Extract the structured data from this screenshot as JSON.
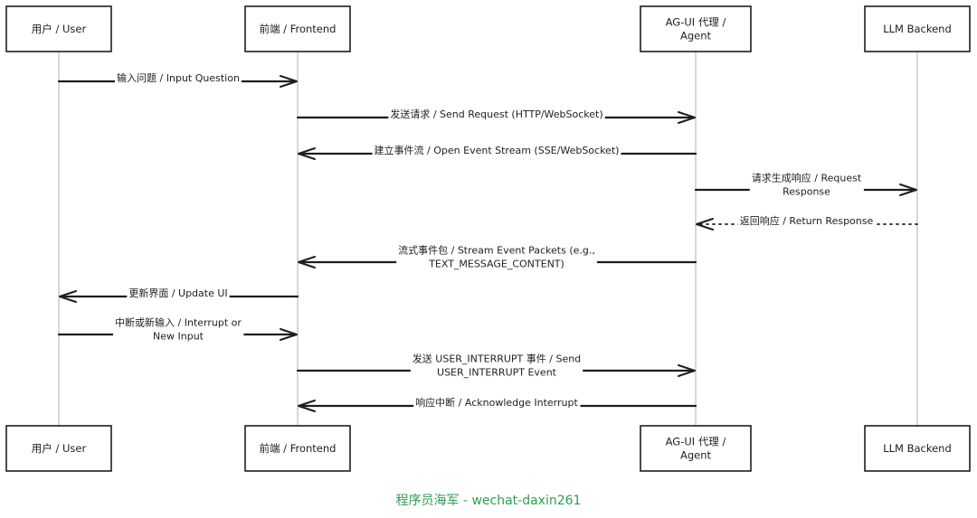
{
  "participants": [
    {
      "id": "user",
      "label": [
        "用户 / User"
      ]
    },
    {
      "id": "frontend",
      "label": [
        "前端 / Frontend"
      ]
    },
    {
      "id": "agent",
      "label": [
        "AG-UI 代理 /",
        "Agent"
      ]
    },
    {
      "id": "llm",
      "label": [
        "LLM Backend"
      ]
    }
  ],
  "messages": [
    {
      "from": "user",
      "to": "frontend",
      "style": "solid",
      "label": [
        "输入问题 / Input Question"
      ]
    },
    {
      "from": "frontend",
      "to": "agent",
      "style": "solid",
      "label": [
        "发送请求 / Send Request (HTTP/WebSocket)"
      ]
    },
    {
      "from": "agent",
      "to": "frontend",
      "style": "solid",
      "label": [
        "建立事件流 / Open Event Stream (SSE/WebSocket)"
      ]
    },
    {
      "from": "agent",
      "to": "llm",
      "style": "solid",
      "label": [
        "请求生成响应 / Request",
        "Response"
      ]
    },
    {
      "from": "llm",
      "to": "agent",
      "style": "dashed",
      "label": [
        "返回响应 / Return Response"
      ]
    },
    {
      "from": "agent",
      "to": "frontend",
      "style": "solid",
      "label": [
        "流式事件包 / Stream Event Packets (e.g.,",
        "TEXT_MESSAGE_CONTENT)"
      ]
    },
    {
      "from": "frontend",
      "to": "user",
      "style": "solid",
      "label": [
        "更新界面 / Update UI"
      ]
    },
    {
      "from": "user",
      "to": "frontend",
      "style": "solid",
      "label": [
        "中断或新输入 / Interrupt or",
        "New Input"
      ]
    },
    {
      "from": "frontend",
      "to": "agent",
      "style": "solid",
      "label": [
        "发送 USER_INTERRUPT 事件 / Send",
        "USER_INTERRUPT Event"
      ]
    },
    {
      "from": "agent",
      "to": "frontend",
      "style": "solid",
      "label": [
        "响应中断 / Acknowledge Interrupt"
      ]
    }
  ],
  "footer": "程序员海军 - wechat-daxin261"
}
